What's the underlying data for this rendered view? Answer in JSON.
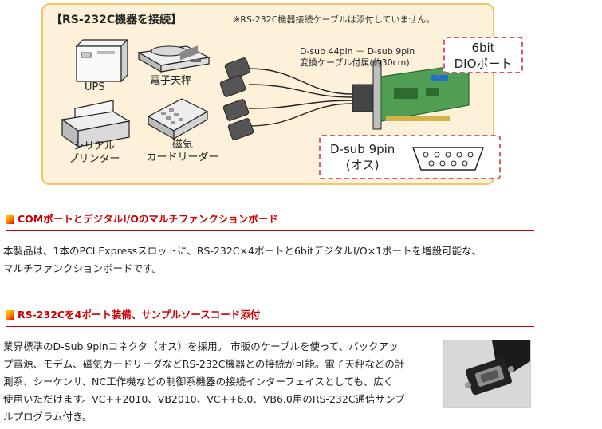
{
  "banner": {
    "title": "【RS-232C機器を接続】",
    "note": "※RS-232C機器接続ケーブルは添付していません。",
    "devices": {
      "ups": "UPS",
      "scale": "電子天秤",
      "printer_line1": "シリアル",
      "printer_line2": "プリンター",
      "card_line1": "磁気",
      "card_line2": "カードリーダー"
    },
    "cable_line1": "D-sub 44pin － D-sub 9pin",
    "cable_line2": "変換ケーブル付属(約30cm)",
    "dio_line1": "6bit",
    "dio_line2": "DIOポート",
    "dsub_line1": "D-sub 9pin",
    "dsub_line2": "(オス)"
  },
  "sections": [
    {
      "heading": "COMポートとデジタルI/Oのマルチファンクションボード",
      "lines": [
        "本製品は、1本のPCI Expressスロットに、RS-232C×4ポートと6bitデジタルI/O×1ポートを増設可能な、",
        "マルチファンクションボードです。"
      ]
    },
    {
      "heading": "RS-232Cを4ポート装備、サンプルソースコード添付",
      "lines": [
        "業界標準のD-Sub 9pinコネクタ（オス）を採用。 市販のケーブルを使って、バックアッ",
        "プ電源、モデム、磁気カードリーダなどRS-232C機器との接続が可能。電子天秤などの計",
        "測系、シーケンサ、NC工作機などの制御系機器の接続インターフェイスとしても、広く",
        "使用いただけます。VC++2010、VB2010、VC++6.0、VB6.0用のRS-232C通信サンプ",
        "ルプログラム付き。"
      ]
    }
  ],
  "colors": {
    "accent": "#cc0000",
    "banner_bg": "#fdf2d9",
    "banner_border": "#f0c46a",
    "dashed": "#e25a5a"
  }
}
